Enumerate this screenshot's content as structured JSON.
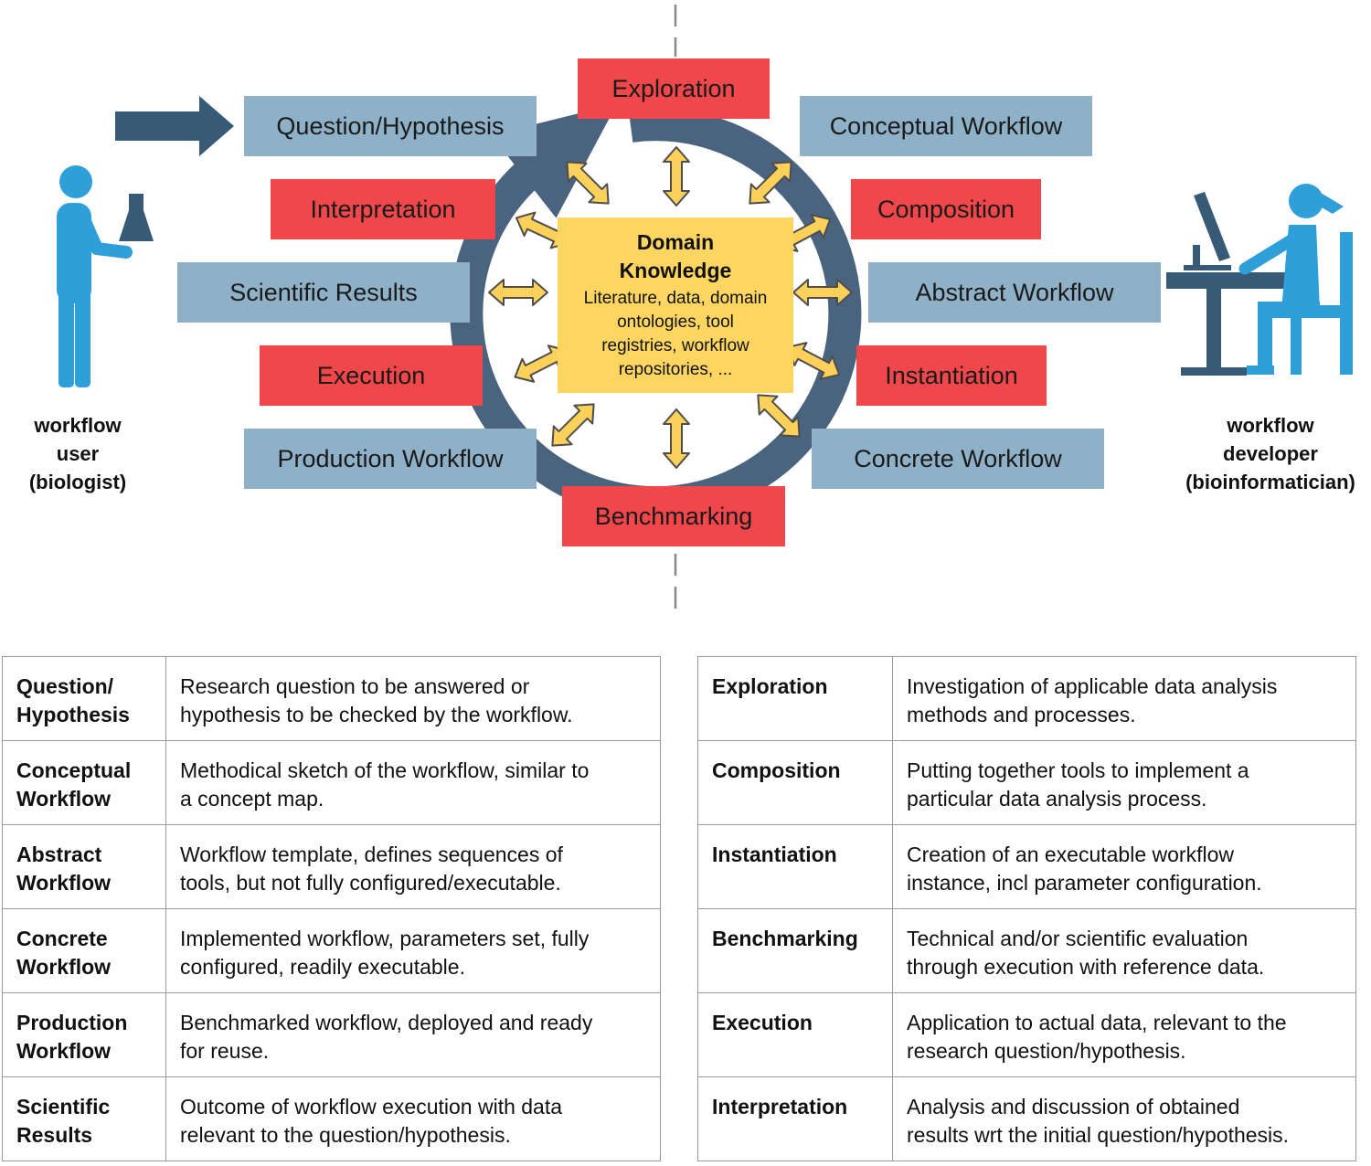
{
  "diagram": {
    "stages": {
      "question_hypothesis": "Question/Hypothesis",
      "conceptual_workflow": "Conceptual Workflow",
      "abstract_workflow": "Abstract Workflow",
      "concrete_workflow": "Concrete Workflow",
      "production_workflow": "Production Workflow",
      "scientific_results": "Scientific Results",
      "exploration": "Exploration",
      "composition": "Composition",
      "instantiation": "Instantiation",
      "benchmarking": "Benchmarking",
      "execution": "Execution",
      "interpretation": "Interpretation"
    },
    "central": {
      "title": "Domain\nKnowledge",
      "subtitle": "Literature, data, domain\nontologies, tool\nregistries, workflow\nrepositories, ..."
    },
    "left_person": "workflow\nuser\n(biologist)",
    "right_person": "workflow\ndeveloper\n(bioinformatician)",
    "colors": {
      "artifact": "#8eb1c8",
      "activity": "#f0474b",
      "knowledge": "#fcd660",
      "cycle": "#4a6480",
      "person": "#2e9fd8",
      "icon_dark": "#375a77"
    }
  },
  "glossary_left": [
    {
      "term": "Question/\nHypothesis",
      "definition": "Research question to be answered or\nhypothesis to be checked by the workflow."
    },
    {
      "term": "Conceptual\nWorkflow",
      "definition": "Methodical sketch of the workflow, similar to\na concept map."
    },
    {
      "term": "Abstract\nWorkflow",
      "definition": "Workflow template, defines sequences of\ntools, but not fully configured/executable."
    },
    {
      "term": "Concrete\nWorkflow",
      "definition": "Implemented workflow, parameters set, fully\nconfigured, readily executable."
    },
    {
      "term": "Production\nWorkflow",
      "definition": "Benchmarked workflow, deployed and ready\nfor reuse."
    },
    {
      "term": "Scientific\nResults",
      "definition": "Outcome of workflow execution with data\nrelevant to the question/hypothesis."
    }
  ],
  "glossary_right": [
    {
      "term": "Exploration",
      "definition": "Investigation of applicable data analysis\nmethods and processes."
    },
    {
      "term": "Composition",
      "definition": "Putting together tools to implement a\nparticular data analysis process."
    },
    {
      "term": "Instantiation",
      "definition": "Creation of an executable workflow\ninstance, incl parameter configuration."
    },
    {
      "term": "Benchmarking",
      "definition": "Technical and/or scientific evaluation\nthrough execution with reference data."
    },
    {
      "term": "Execution",
      "definition": "Application to actual data, relevant to the\nresearch question/hypothesis."
    },
    {
      "term": "Interpretation",
      "definition": "Analysis and discussion of obtained\nresults wrt the initial question/hypothesis."
    }
  ]
}
